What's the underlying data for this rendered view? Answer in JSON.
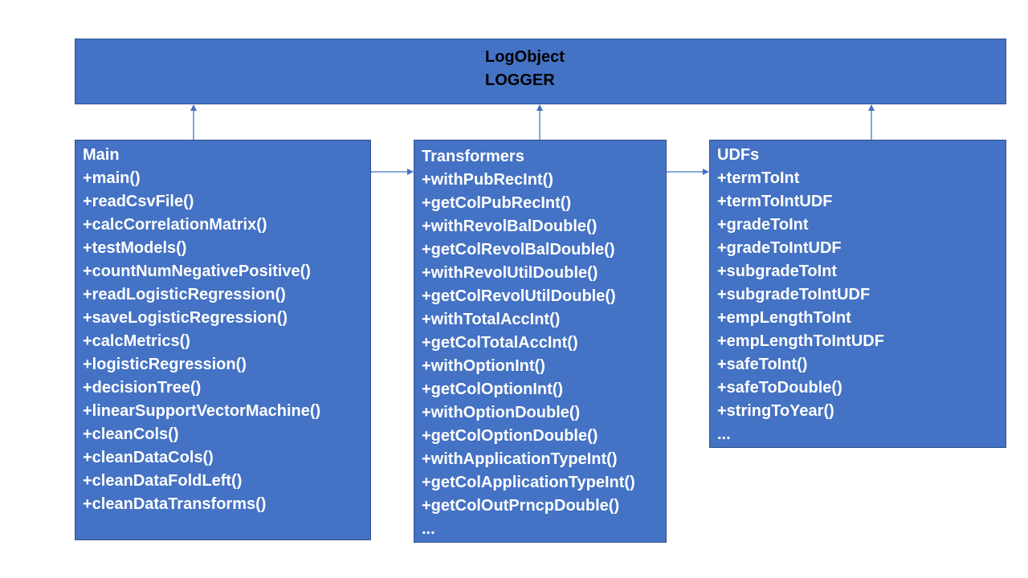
{
  "logobject": {
    "line1": "LogObject",
    "line2": "LOGGER"
  },
  "main": {
    "title": "Main",
    "members": [
      "+main()",
      "+readCsvFile()",
      "+calcCorrelationMatrix()",
      "+testModels()",
      "+countNumNegativePositive()",
      "+readLogisticRegression()",
      "+saveLogisticRegression()",
      "+calcMetrics()",
      "+logisticRegression()",
      "+decisionTree()",
      "+linearSupportVectorMachine()",
      "+cleanCols()",
      "+cleanDataCols()",
      "+cleanDataFoldLeft()",
      "+cleanDataTransforms()"
    ]
  },
  "transformers": {
    "title": "Transformers",
    "members": [
      "+withPubRecInt()",
      "+getColPubRecInt()",
      "+withRevolBalDouble()",
      "+getColRevolBalDouble()",
      "+withRevolUtilDouble()",
      "+getColRevolUtilDouble()",
      "+withTotalAccInt()",
      "+getColTotalAccInt()",
      "+withOptionInt()",
      "+getColOptionInt()",
      "+withOptionDouble()",
      "+getColOptionDouble()",
      "+withApplicationTypeInt()",
      "+getColApplicationTypeInt()",
      "+getColOutPrncpDouble()",
      "..."
    ]
  },
  "udfs": {
    "title": "UDFs",
    "members": [
      "+termToInt",
      "+termToIntUDF",
      "+gradeToInt",
      "+gradeToIntUDF",
      "+subgradeToInt",
      "+subgradeToIntUDF",
      "+empLengthToInt",
      "+empLengthToIntUDF",
      "+safeToInt()",
      "+safeToDouble()",
      "+stringToYear()",
      "..."
    ]
  },
  "colors": {
    "box_fill": "#4472c4",
    "box_border": "#2f528f",
    "connector": "#4472c4"
  }
}
